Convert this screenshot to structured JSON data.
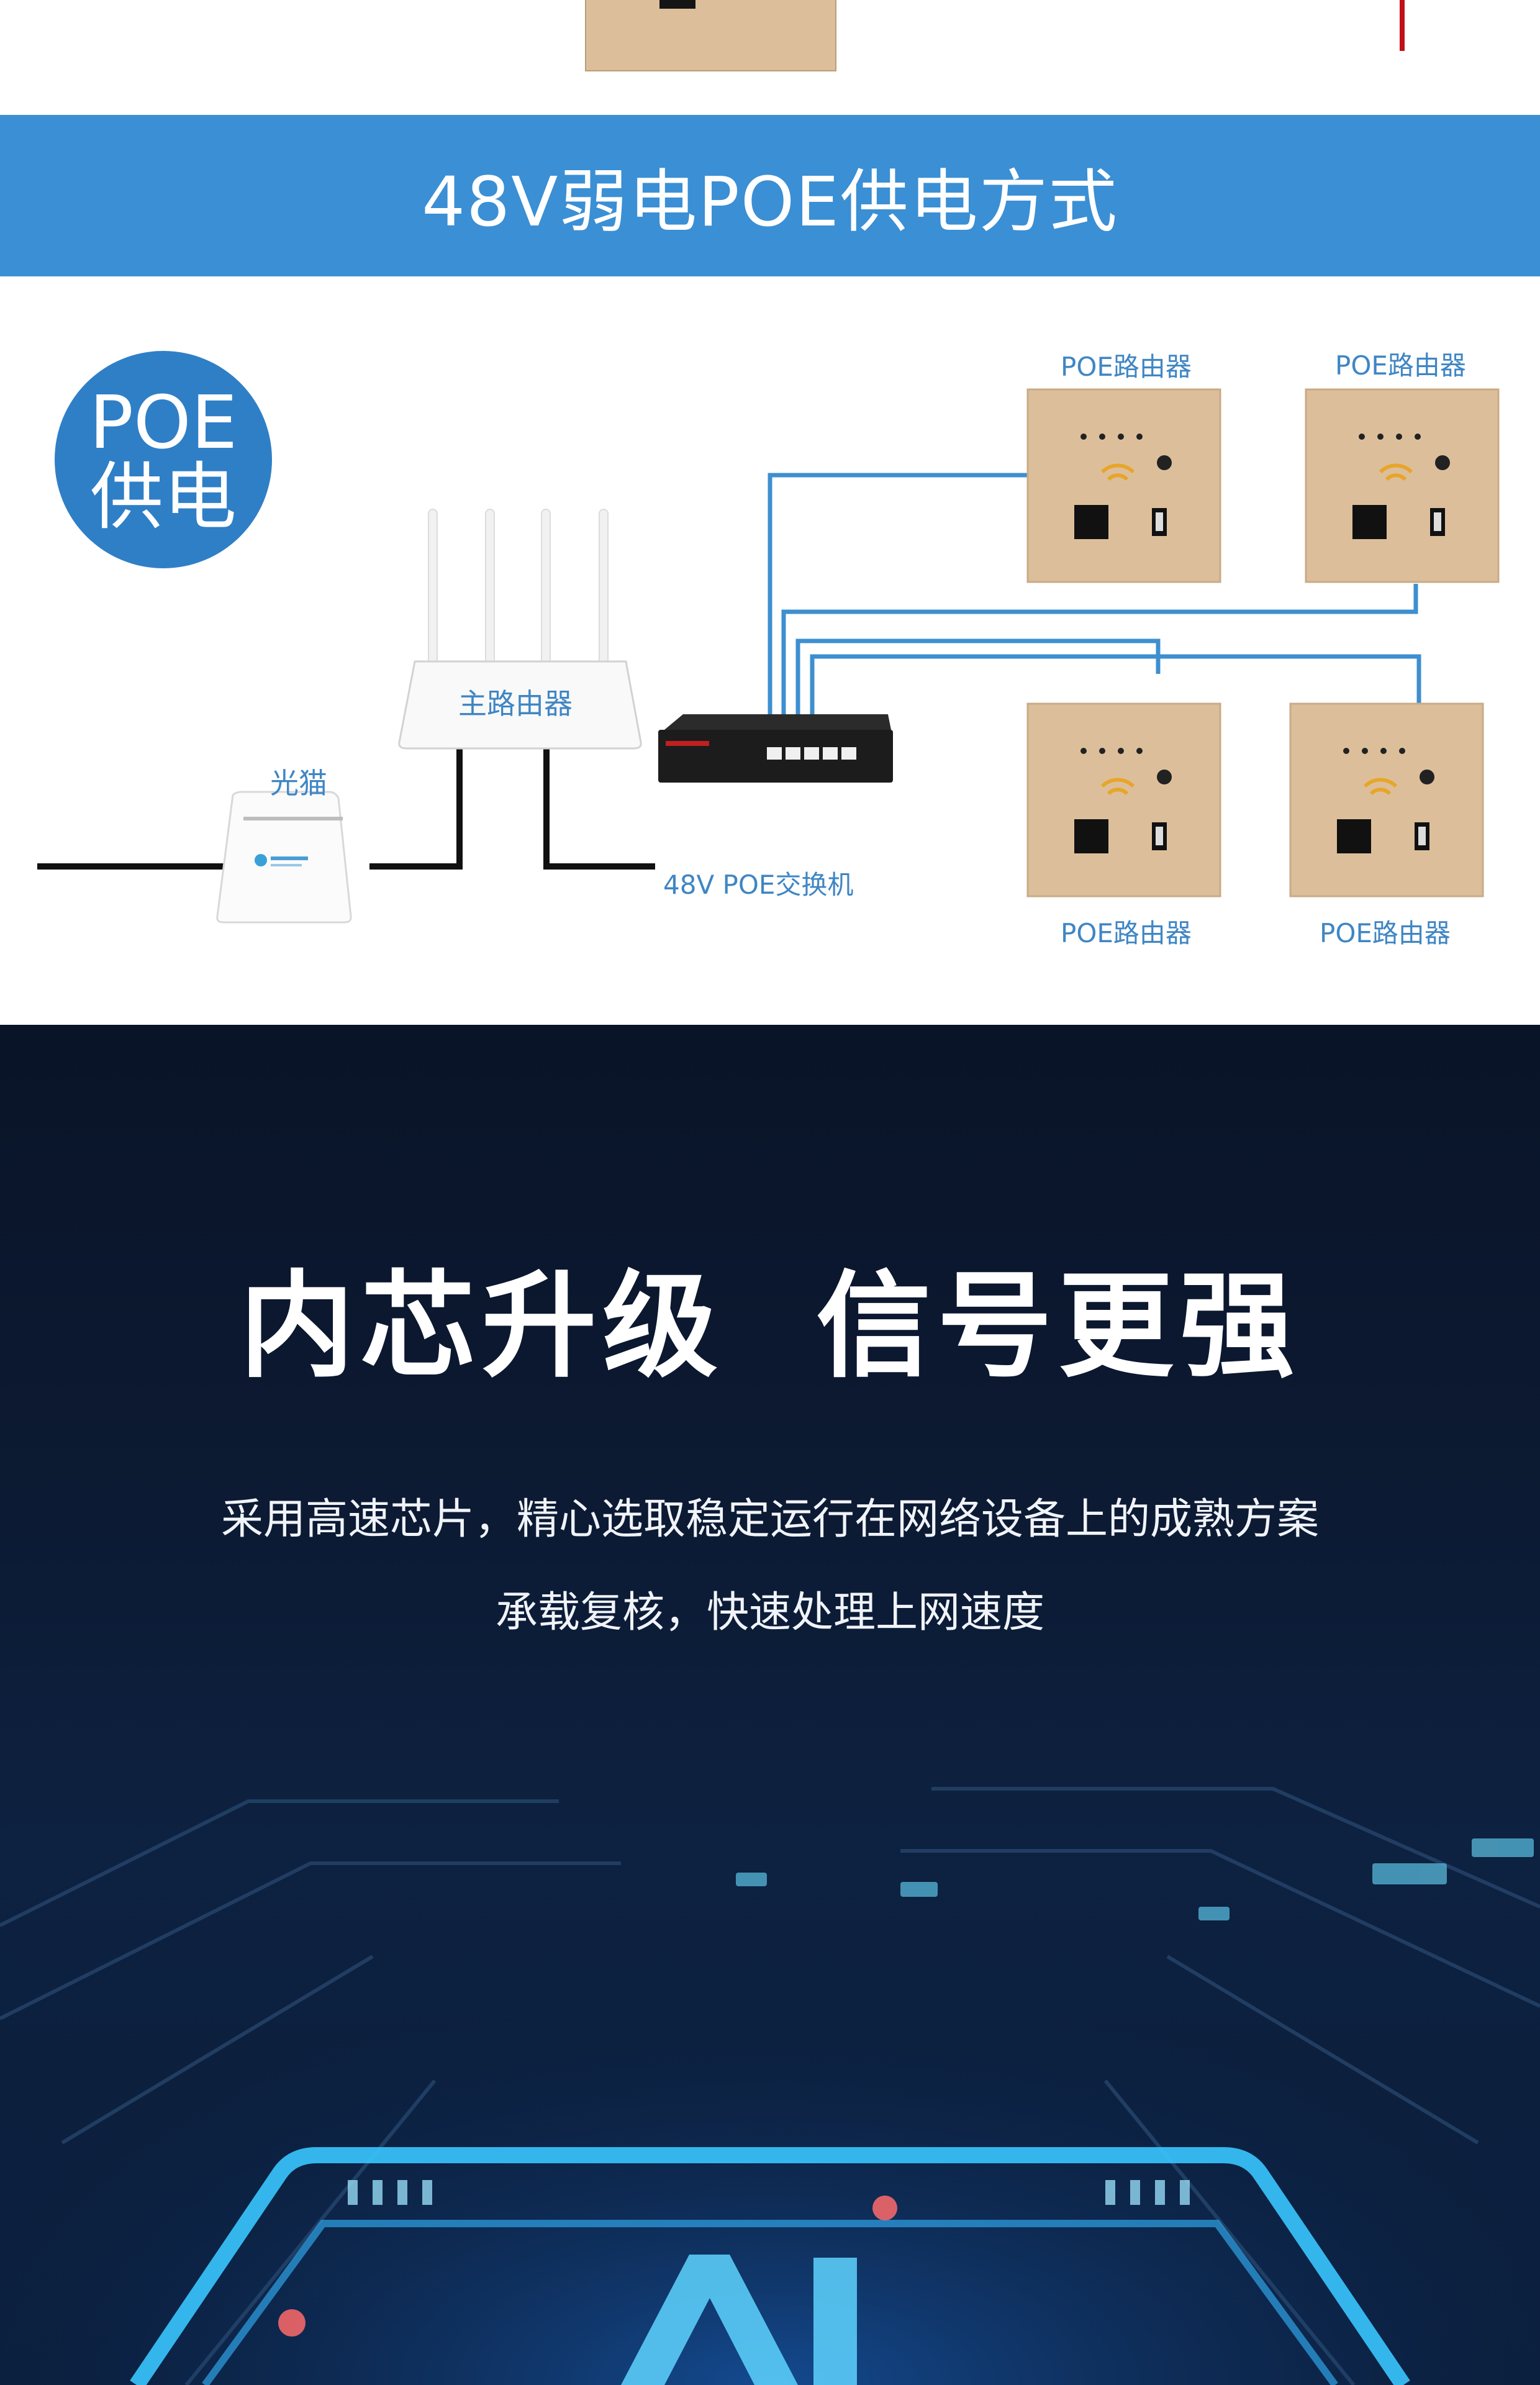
{
  "banner": {
    "title": "48V弱电POE供电方式"
  },
  "diagram": {
    "badge": {
      "line1": "POE",
      "line2": "供电"
    },
    "labels": {
      "router_top_left": "POE路由器",
      "router_top_right": "POE路由器",
      "router_bottom_left": "POE路由器",
      "router_bottom_right": "POE路由器",
      "main_router": "主路由器",
      "modem": "光猫",
      "switch": "48V POE交换机"
    },
    "colors": {
      "cable_blue": "#3d8fd0",
      "panel": "#dcbf9a",
      "badge": "#2f7fc7"
    }
  },
  "promo": {
    "headline": "内芯升级  信号更强",
    "description_line1": "采用高速芯片，精心选取稳定运行在网络设备上的成熟方案",
    "description_line2": "承载复核，快速处理上网速度"
  }
}
